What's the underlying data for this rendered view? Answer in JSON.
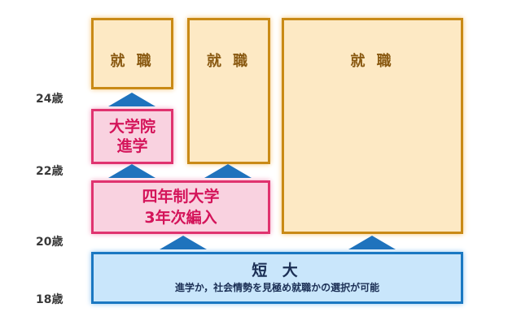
{
  "ages": {
    "age24": "24歳",
    "age22": "22歳",
    "age20": "20歳",
    "age18": "18歳"
  },
  "boxes": {
    "job1": "就 職",
    "job2": "就 職",
    "job3": "就 職",
    "grad_school": [
      "大学院",
      "進学"
    ],
    "university": [
      "四年制大学",
      "3年次編入"
    ],
    "junior_college": {
      "title": "短 大",
      "subtitle": "進学か，社会情勢を見極め就職かの選択が可能"
    }
  },
  "colors": {
    "job_fill": "#fde9c4",
    "job_border": "#c98a16",
    "pink_fill": "#f9d2e0",
    "pink_border": "#e0336f",
    "blue_fill": "#c9e6fb",
    "blue_border": "#1a78c2",
    "arrow": "#1f73bd"
  }
}
